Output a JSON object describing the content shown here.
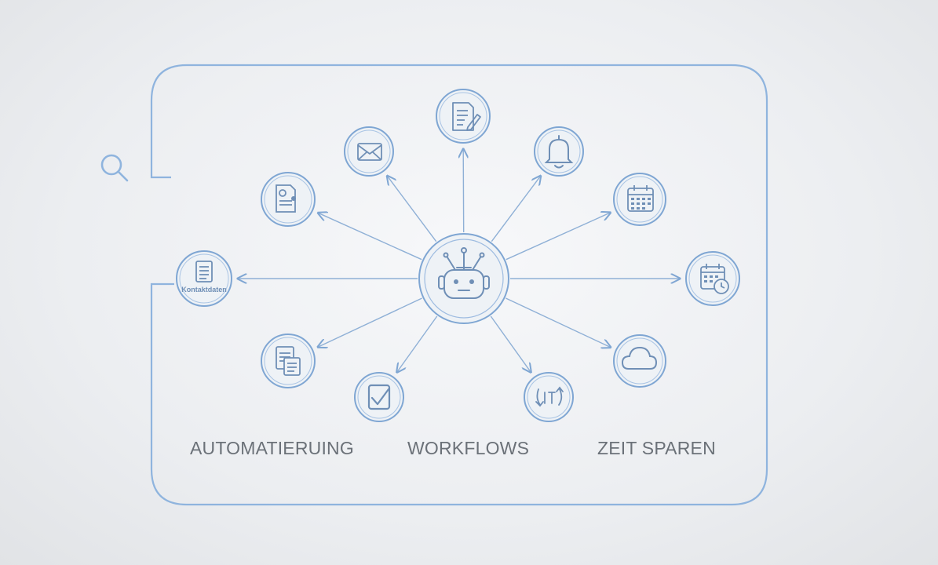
{
  "labels": {
    "left": "AUTOMATIERUING",
    "center": "WORKFLOWS",
    "right": "ZEIT SPAREN"
  },
  "hub": {
    "icon": "robot-icon"
  },
  "nodes": [
    {
      "icon": "document-edit-icon"
    },
    {
      "icon": "bell-icon"
    },
    {
      "icon": "calendar-icon"
    },
    {
      "icon": "calendar-clock-icon"
    },
    {
      "icon": "cloud-icon"
    },
    {
      "icon": "sync-icon"
    },
    {
      "icon": "checkbox-icon"
    },
    {
      "icon": "documents-icon"
    },
    {
      "icon": "report-icon",
      "text": "Kontaktdaten"
    },
    {
      "icon": "profile-document-icon"
    },
    {
      "icon": "mail-icon"
    }
  ],
  "search": {
    "icon": "search-icon"
  },
  "colors": {
    "line": "#7fa6d3",
    "icon": "#6f8fb6",
    "text": "#6b7178"
  }
}
